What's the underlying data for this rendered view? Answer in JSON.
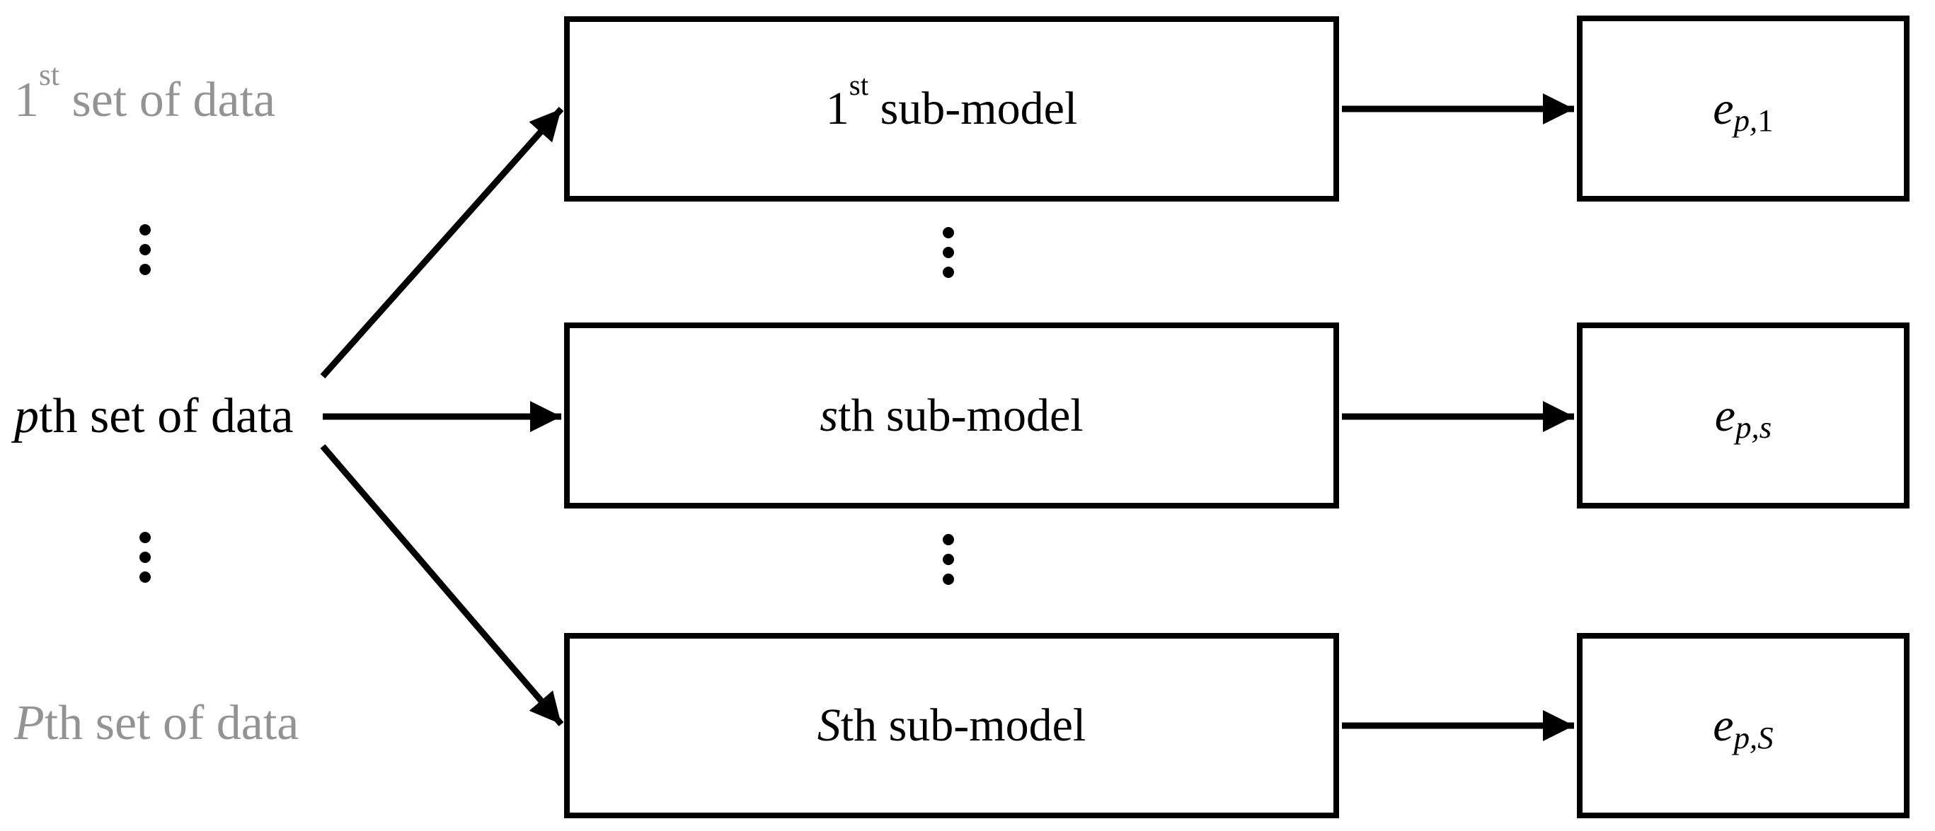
{
  "diagram": {
    "inputs": [
      {
        "pre": "1",
        "sup": "st",
        "post": " set of data"
      },
      {
        "italic": "p",
        "post": "th set of data"
      },
      {
        "italic": "P",
        "post": "th set of data"
      }
    ],
    "submodels": [
      {
        "pre": "1",
        "sup": "st",
        "post": " sub-model"
      },
      {
        "italic": "s",
        "post": "th sub-model"
      },
      {
        "italic": "S",
        "post": "th sub-model"
      }
    ],
    "outputs": [
      {
        "base": "e",
        "sub_italic": "p,",
        "sub_plain": "1"
      },
      {
        "base": "e",
        "sub_italic": "p,s",
        "sub_plain": ""
      },
      {
        "base": "e",
        "sub_italic": "p,S",
        "sub_plain": ""
      }
    ],
    "colors": {
      "ink": "#000000",
      "muted": "#939393",
      "background": "#ffffff"
    }
  }
}
